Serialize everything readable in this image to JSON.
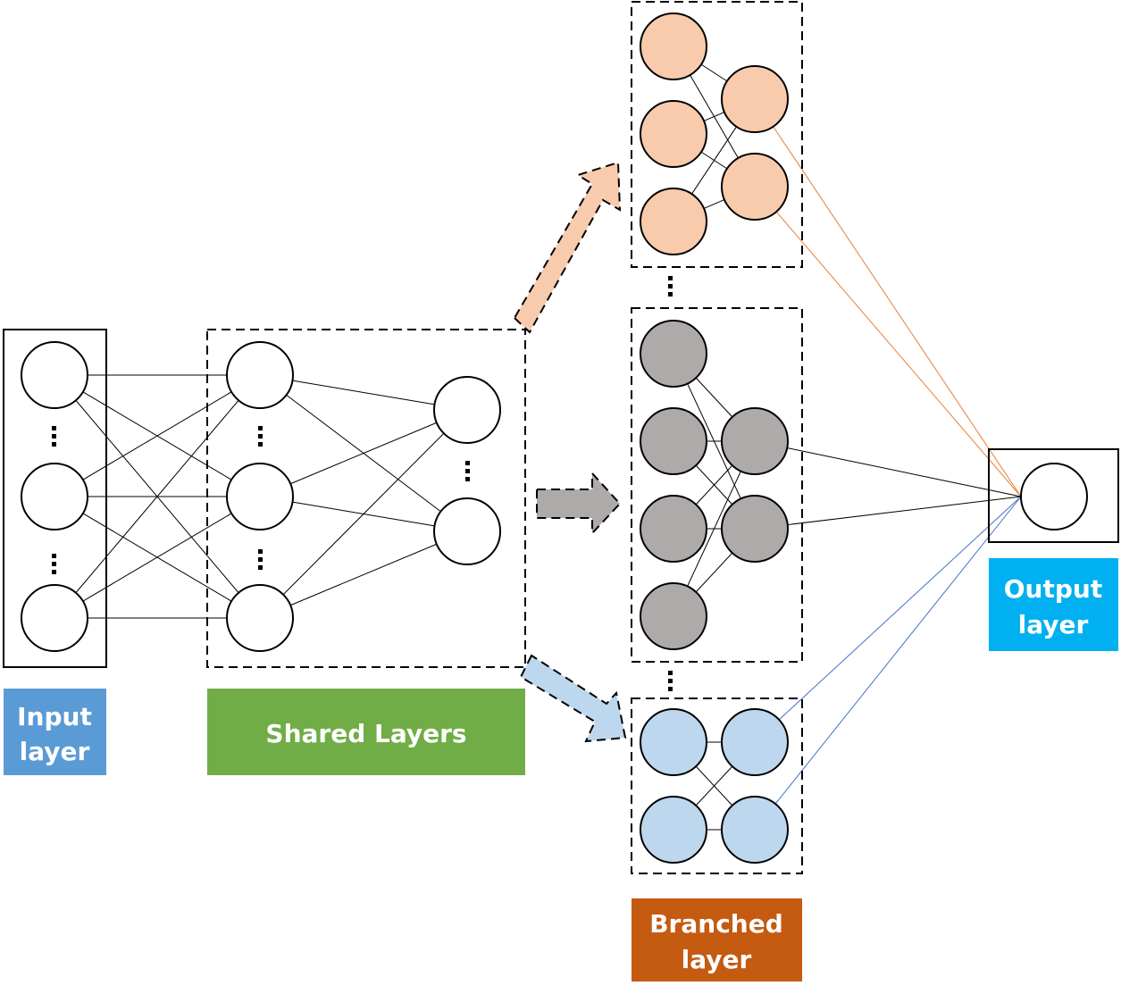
{
  "labels": {
    "input": [
      "Input",
      "layer"
    ],
    "shared": "Shared Layers",
    "branched": [
      "Branched",
      "layer"
    ],
    "output": [
      "Output",
      "layer"
    ]
  },
  "colors": {
    "input_label_bg": "#5b9bd5",
    "shared_label_bg": "#70ad47",
    "branched_label_bg": "#c55a11",
    "output_label_bg": "#00b0f0",
    "orange_node": "#f8cbad",
    "gray_node": "#aeaaaa",
    "blue_node": "#bdd7ee",
    "orange_edge": "#ed7d31",
    "blue_edge": "#4472c4"
  }
}
